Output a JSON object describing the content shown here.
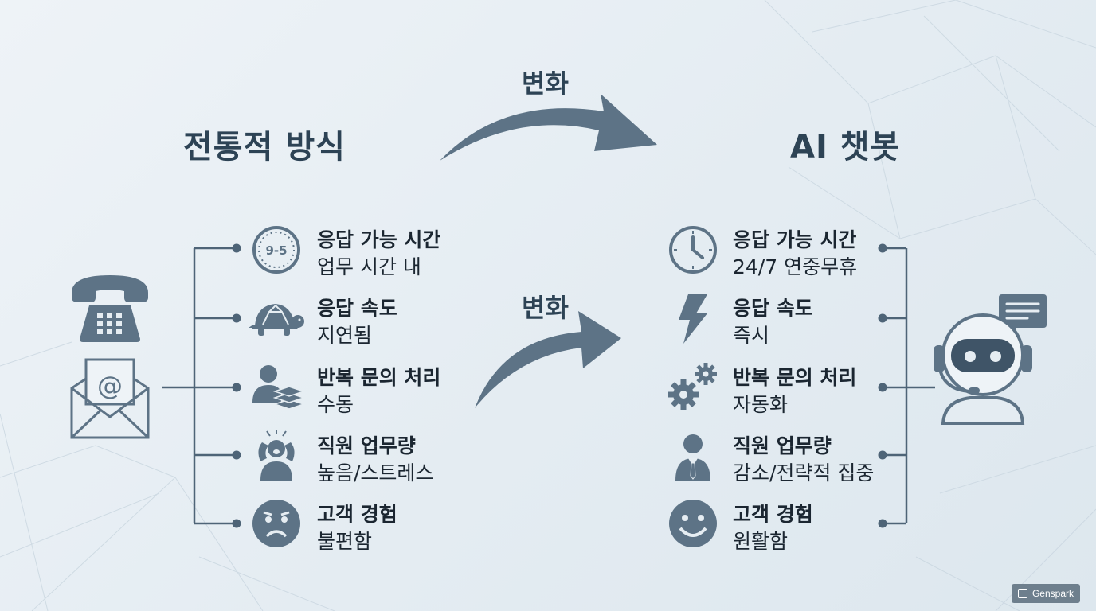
{
  "left": {
    "heading": "전통적 방식",
    "items": [
      {
        "title": "응답 가능 시간",
        "value": "업무 시간 내",
        "icon": "clock-9-5-icon"
      },
      {
        "title": "응답 속도",
        "value": "지연됨",
        "icon": "turtle-icon"
      },
      {
        "title": "반복 문의 처리",
        "value": "수동",
        "icon": "person-with-documents-icon"
      },
      {
        "title": "직원 업무량",
        "value": "높음/스트레스",
        "icon": "stressed-person-icon"
      },
      {
        "title": "고객 경험",
        "value": "불편함",
        "icon": "sad-face-icon"
      }
    ],
    "source_icons": [
      "telephone-icon",
      "envelope-icon"
    ]
  },
  "right": {
    "heading": "AI 챗봇",
    "items": [
      {
        "title": "응답 가능 시간",
        "value": "24/7 연중무휴",
        "icon": "clock-icon"
      },
      {
        "title": "응답 속도",
        "value": "즉시",
        "icon": "lightning-icon"
      },
      {
        "title": "반복 문의 처리",
        "value": "자동화",
        "icon": "gears-icon"
      },
      {
        "title": "직원 업무량",
        "value": "감소/전략적 집중",
        "icon": "businessman-icon"
      },
      {
        "title": "고객 경험",
        "value": "원활함",
        "icon": "smiley-face-icon"
      }
    ],
    "bot_icon": "robot-chatbot-icon"
  },
  "arrows": {
    "top_label": "변화",
    "middle_label": "변화"
  },
  "watermark": {
    "text": "Genspark"
  },
  "colors": {
    "icon": "#5d7386",
    "connector": "#4e6477",
    "heading": "#2d4355",
    "text": "#1b2631"
  }
}
